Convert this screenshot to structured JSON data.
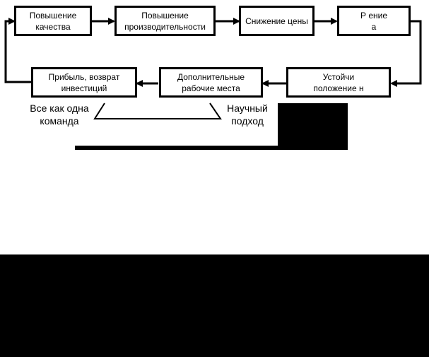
{
  "diagram": {
    "nodes": {
      "quality": "Повышение\nкачества",
      "productivity": "Повышение\nпроизводительности",
      "price": "Снижение цены",
      "expansion": "Р       ение\n          а",
      "stable": "Устойчи\nположение н",
      "jobs": "Дополнительные\nрабочие места",
      "profit": "Прибыль, возврат\nинвестиций"
    },
    "labels": {
      "team": "Все как одна\nкоманда",
      "scientific": "Научный\nподход"
    }
  }
}
